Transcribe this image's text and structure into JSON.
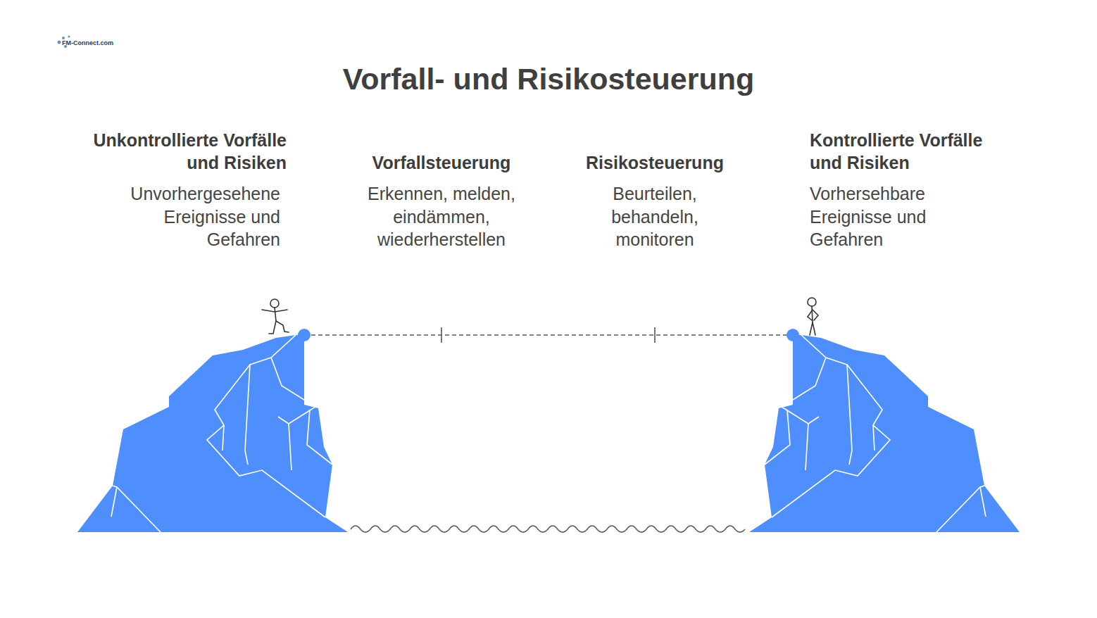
{
  "diagram": {
    "title": "Vorfall- und Risikosteuerung",
    "nodes": [
      {
        "text": [
          "Unkontrollierte Vorfälle und Risiken",
          "Unvorhergesehene Ereignisse und Gefahren"
        ]
      },
      {
        "text": [
          "Vorfallsteuerung",
          "Erkennen, melden, eindämmen, wiederherstellen"
        ]
      },
      {
        "text": [
          "Risikosteuerung",
          "Beurteilen, behandeln, monitoren"
        ]
      },
      {
        "text": [
          "Kontrollierte Vorfälle und Risiken",
          "Vorhersehbare Ereignisse und Gefahren"
        ]
      }
    ],
    "labels": [
      "FM-Connect.com"
    ]
  }
}
